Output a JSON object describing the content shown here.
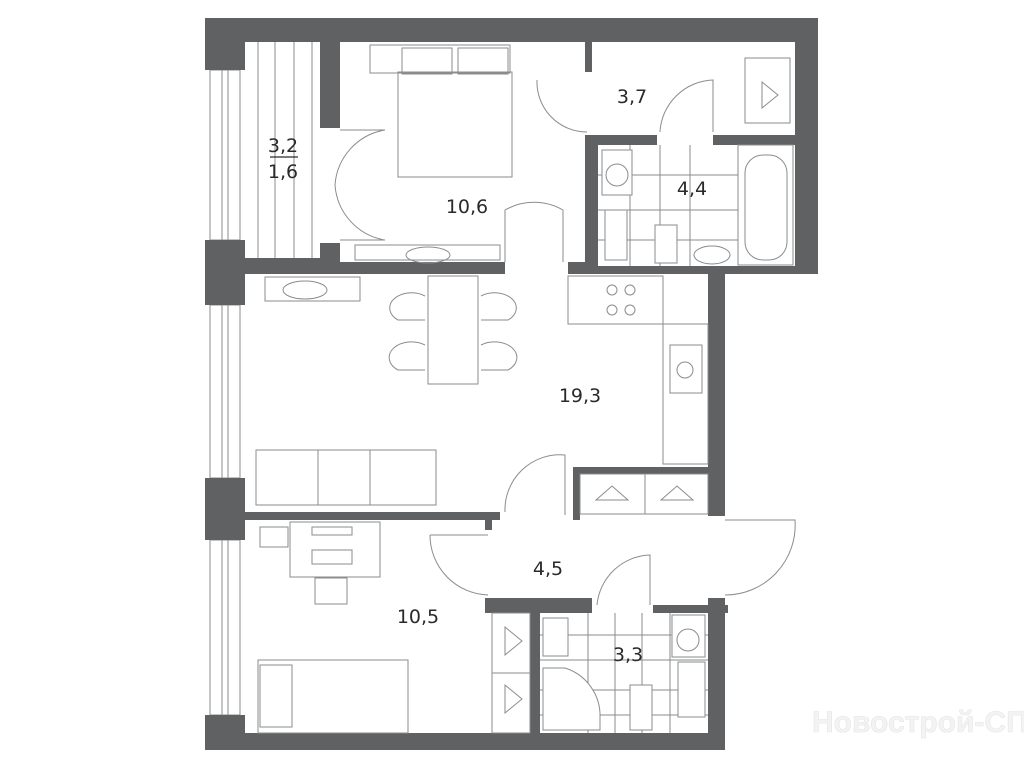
{
  "plan": {
    "rooms": [
      {
        "id": "balcony",
        "area": "3,2",
        "area_secondary": "1,6"
      },
      {
        "id": "bedroom-1",
        "area": "10,6"
      },
      {
        "id": "storage-corridor",
        "area": "3,7"
      },
      {
        "id": "bathroom-1",
        "area": "4,4"
      },
      {
        "id": "kitchen-living",
        "area": "19,3"
      },
      {
        "id": "hallway",
        "area": "4,5"
      },
      {
        "id": "bedroom-2",
        "area": "10,5"
      },
      {
        "id": "bathroom-2",
        "area": "3,3"
      }
    ],
    "wall_color": "#5f6163"
  },
  "watermark": "Новострой-СПб"
}
